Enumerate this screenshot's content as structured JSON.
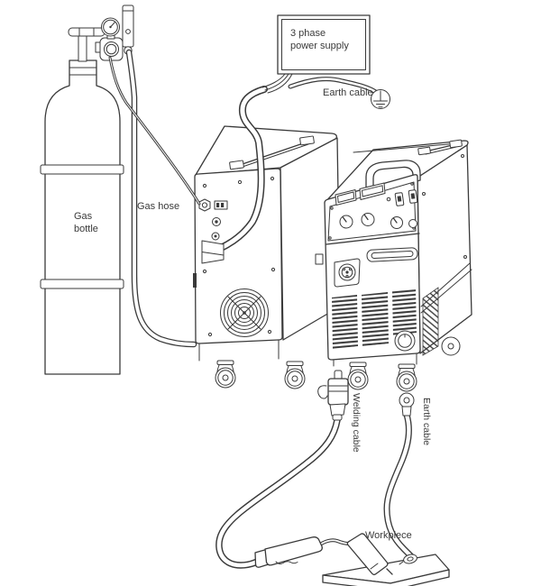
{
  "colors": {
    "line": "#3a3a3a",
    "background": "#ffffff",
    "text": "#3a3a3a"
  },
  "labels": {
    "power_supply": {
      "line1": "3 phase",
      "line2": "power supply"
    },
    "earth_cable_top": "Earth cable",
    "gas_bottle": {
      "line1": "Gas",
      "line2": "bottle"
    },
    "gas_hose": "Gas hose",
    "welding_cable": "Welding cable",
    "earth_cable_bottom": "Earth cable",
    "workpiece": "Workpiece"
  }
}
